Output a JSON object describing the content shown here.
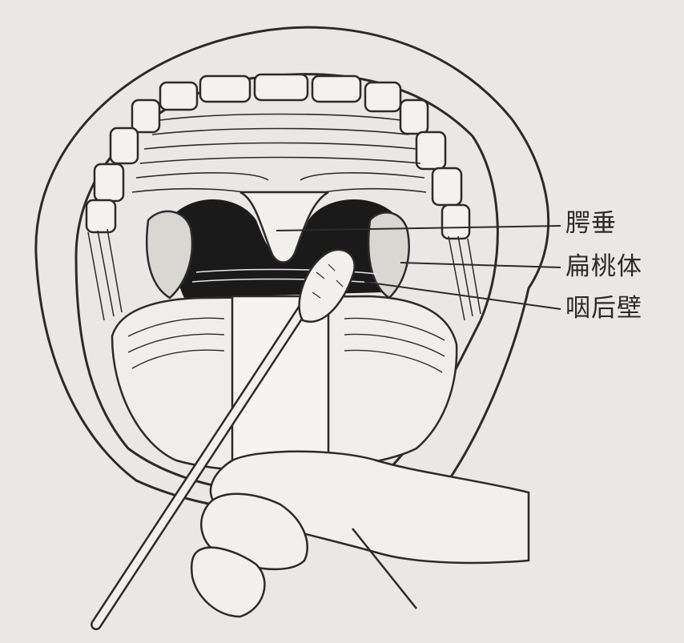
{
  "labels": {
    "uvula": "腭垂",
    "tonsil": "扁桃体",
    "pharyngeal_wall": "咽后壁"
  },
  "colors": {
    "paper": "#e9e8e6",
    "ink": "#2c2b29",
    "cavity": "#1a1a1a"
  }
}
